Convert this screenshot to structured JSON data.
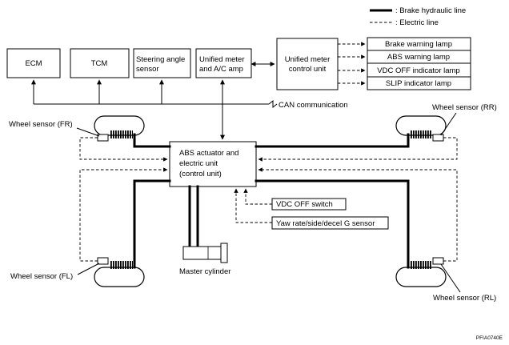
{
  "legend": {
    "hydraulic_label": ": Brake hydraulic line",
    "electric_label": ": Electric line"
  },
  "modules": {
    "ecm": "ECM",
    "tcm": "TCM",
    "steering_line1": "Steering angle",
    "steering_line2": "sensor",
    "meter_line1": "Unified meter",
    "meter_line2": "and A/C amp",
    "control_line1": "Unified meter",
    "control_line2": "control unit"
  },
  "lamps": [
    "Brake warning lamp",
    "ABS warning lamp",
    "VDC OFF indicator lamp",
    "SLIP indicator lamp"
  ],
  "can_label": "CAN communication",
  "abs_unit": {
    "line1": "ABS actuator and",
    "line2": "electric unit",
    "line3": "(control unit)"
  },
  "vdc_switch": "VDC OFF switch",
  "yaw_sensor": "Yaw rate/side/decel G sensor",
  "master_cylinder": "Master cylinder",
  "wheel_sensors": {
    "fr": "Wheel sensor (FR)",
    "rr": "Wheel sensor (RR)",
    "fl": "Wheel sensor (FL)",
    "rl": "Wheel sensor (RL)"
  },
  "figure_code": "PFIA0740E"
}
